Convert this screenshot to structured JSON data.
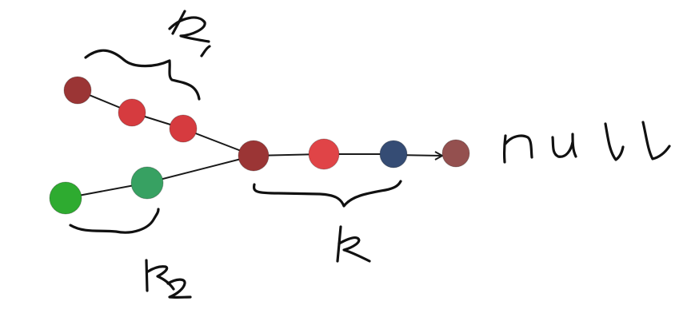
{
  "labels": {
    "k1": "k1",
    "k2": "k2",
    "k": "k",
    "null": "null"
  },
  "colors": {
    "dark_red": "#9b3535",
    "red": "#d63b3f",
    "bright_red": "#e04447",
    "navy": "#354c74",
    "null_node": "#94504f",
    "green": "#2eab30",
    "teal_green": "#37a162",
    "ink": "#111111"
  }
}
